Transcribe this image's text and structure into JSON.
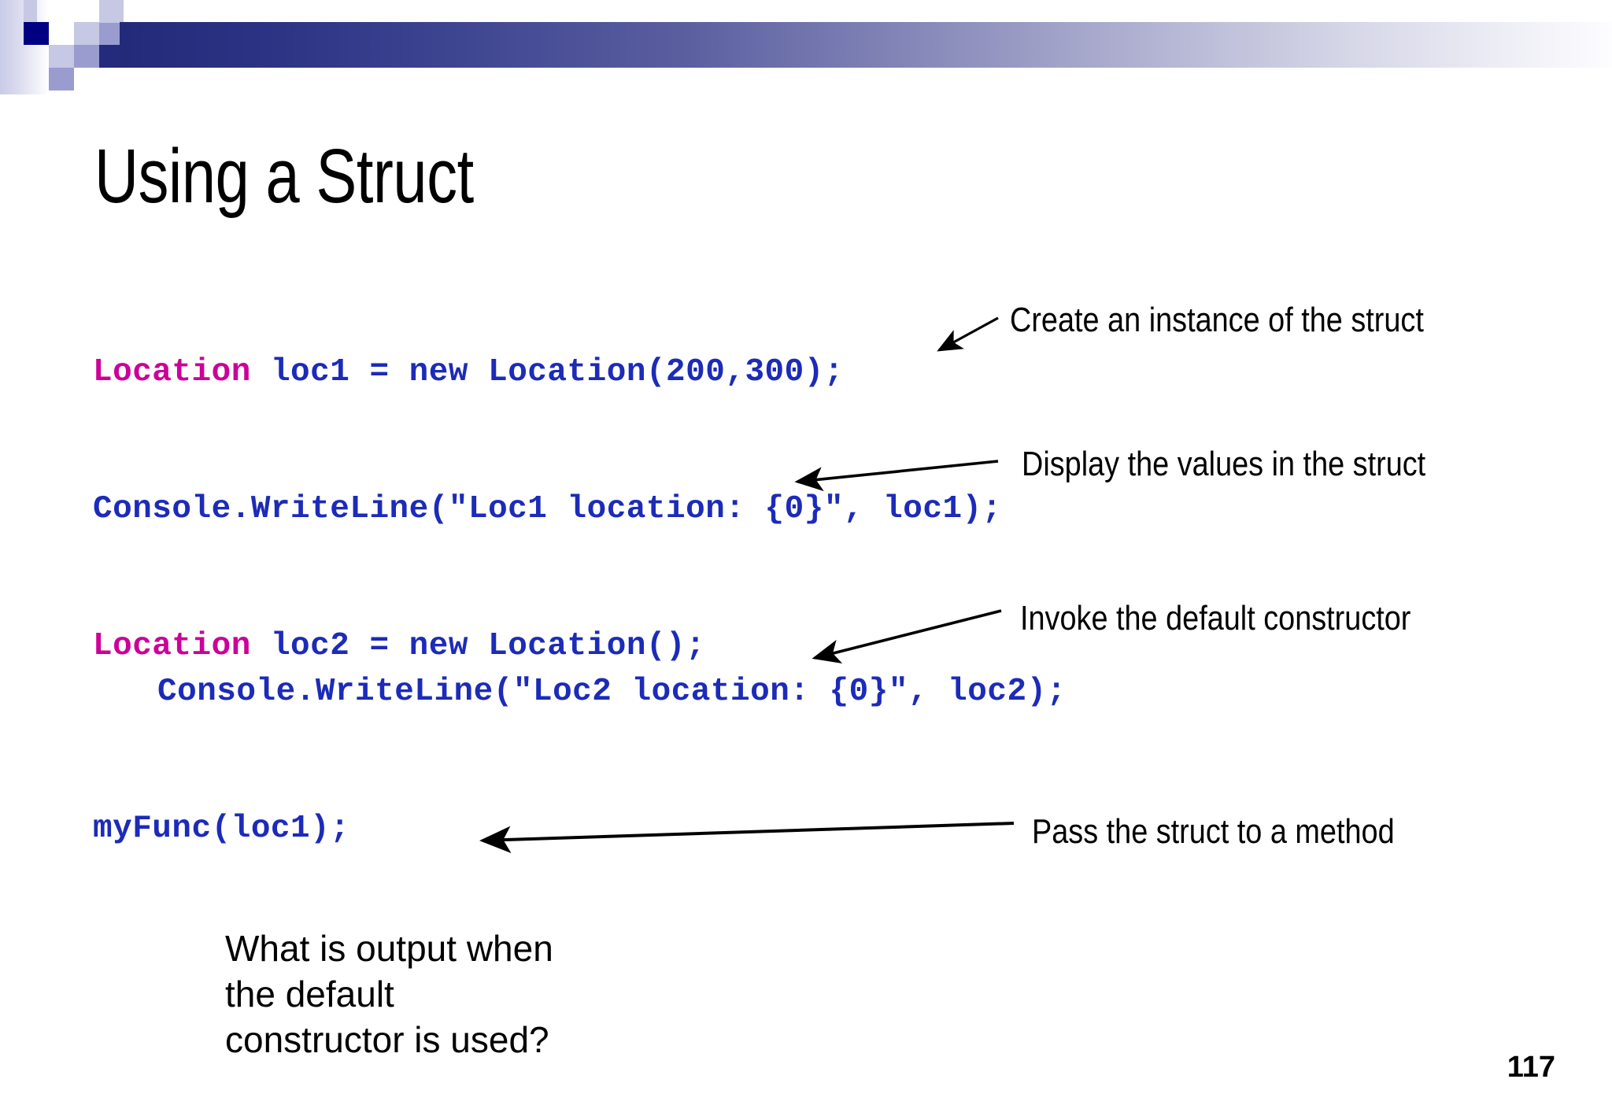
{
  "slide": {
    "title": "Using a Struct",
    "page_number": "117",
    "accent_colors": {
      "code_blue": "#1c2bb8",
      "code_magenta": "#cc0099",
      "header_navy": "#000080",
      "header_light": "#c6c8e4",
      "header_mid": "#9a9cd0",
      "text_black": "#000000"
    }
  },
  "code": {
    "lines": [
      {
        "id": "line-1",
        "type_token": "Location",
        "rest": " loc1 = new Location(200,300);"
      },
      {
        "id": "line-2",
        "type_token": "",
        "rest": "Console.WriteLine(\"Loc1 location: {0}\", loc1);"
      },
      {
        "id": "line-3",
        "type_token": "Location",
        "rest": " loc2 = new Location();"
      },
      {
        "id": "line-4",
        "type_token": "",
        "rest": "Console.WriteLine(\"Loc2 location: {0}\", loc2);"
      },
      {
        "id": "line-5",
        "type_token": "",
        "rest": "myFunc(loc1);"
      }
    ]
  },
  "annotations": [
    {
      "id": "note-create",
      "text": "Create an instance of the struct"
    },
    {
      "id": "note-display",
      "text": "Display the values in the struct"
    },
    {
      "id": "note-invoke",
      "text": "Invoke the default constructor"
    },
    {
      "id": "note-pass",
      "text": "Pass the struct to a method"
    }
  ],
  "question": {
    "lines": [
      "What is output when",
      "the default",
      "constructor is used?"
    ]
  }
}
